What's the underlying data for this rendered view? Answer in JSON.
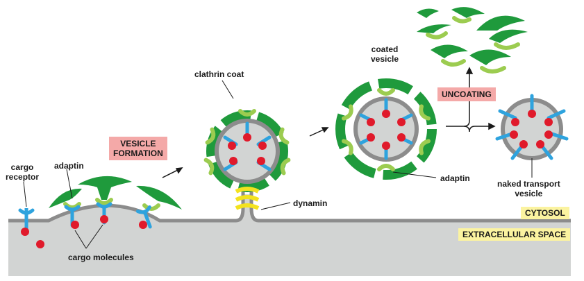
{
  "labels": {
    "cargo_receptor": [
      "cargo",
      "receptor"
    ],
    "adaptin_left": "adaptin",
    "cargo_molecules": "cargo molecules",
    "vesicle_formation": [
      "VESICLE",
      "FORMATION"
    ],
    "clathrin_coat": "clathrin coat",
    "dynamin": "dynamin",
    "coated_vesicle": [
      "coated",
      "vesicle"
    ],
    "adaptin_right": "adaptin",
    "uncoating": "UNCOATING",
    "naked_vesicle": [
      "naked transport",
      "vesicle"
    ],
    "cytosol": "CYTOSOL",
    "extracellular_space": "EXTRACELLULAR SPACE"
  },
  "colors": {
    "clathrin": "#1f9a3c",
    "adaptin": "#9ccc50",
    "receptor": "#2ea3de",
    "cargo": "#e01a2b",
    "membrane": "#8c8c8c",
    "extracellular": "#d2d4d3",
    "dynamin": "#f3e21e",
    "tag_pink": "#f4a9a8",
    "tag_yellow": "#fbf3a0"
  }
}
